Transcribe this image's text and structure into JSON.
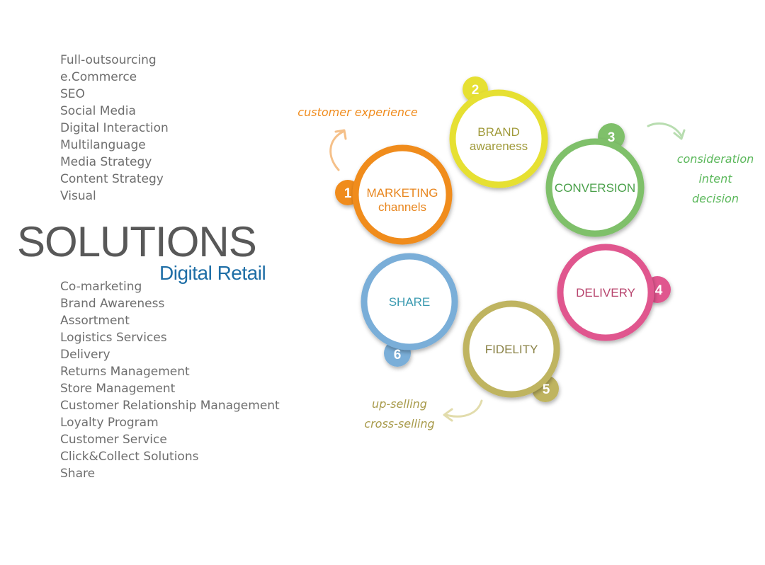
{
  "left_list_top": [
    "Full-outsourcing",
    "e.Commerce",
    "SEO",
    "Social Media",
    "Digital Interaction",
    "Multilanguage",
    "Media Strategy",
    "Content Strategy",
    "Visual"
  ],
  "title": "SOLUTIONS",
  "subtitle": "Digital Retail",
  "left_list_bottom": [
    "Co-marketing",
    "Brand Awareness",
    "Assortment",
    "Logistics Services",
    "Delivery",
    "Returns Management",
    "Store Management",
    "Customer Relationship Management",
    "Loyalty Program",
    "Customer Service",
    "Click&Collect Solutions",
    "Share"
  ],
  "cycle": [
    {
      "number": "1",
      "line1": "MARKETING",
      "line2": "channels",
      "color": "#f08c1e",
      "text_color": "#e8861e"
    },
    {
      "number": "2",
      "line1": "BRAND",
      "line2": "awareness",
      "color": "#e6e030",
      "text_color": "#a09a3a"
    },
    {
      "number": "3",
      "line1": "CONVERSION",
      "line2": "",
      "color": "#7fc06a",
      "text_color": "#4aa04a"
    },
    {
      "number": "4",
      "line1": "DELIVERY",
      "line2": "",
      "color": "#e0568e",
      "text_color": "#b8456e"
    },
    {
      "number": "5",
      "line1": "FIDELITY",
      "line2": "",
      "color": "#bfb460",
      "text_color": "#8a8246"
    },
    {
      "number": "6",
      "line1": "SHARE",
      "line2": "",
      "color": "#7aaed8",
      "text_color": "#3a9ab0"
    }
  ],
  "annotations": {
    "customer_experience": "customer experience",
    "consideration": "consideration",
    "intent": "intent",
    "decision": "decision",
    "up_selling": "up-selling",
    "cross_selling": "cross-selling"
  },
  "annotation_colors": {
    "orange": "#f08c1e",
    "green": "#5cb85c",
    "olive": "#a89a4a"
  }
}
